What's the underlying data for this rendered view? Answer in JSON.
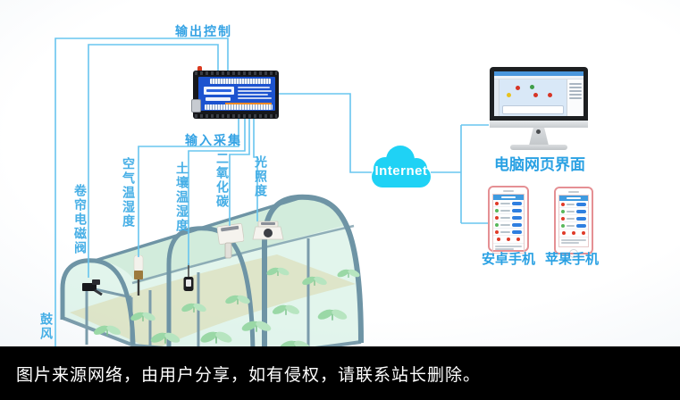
{
  "connections": {
    "output_control_label": "输出控制",
    "input_collect_label": "输入采集",
    "internet_label": "Internet"
  },
  "sensors": [
    {
      "id": "curtain-valve",
      "label": "卷帘电磁阀"
    },
    {
      "id": "air-temp-humidity",
      "label": "空气温湿度"
    },
    {
      "id": "soil-temp-humidity",
      "label": "土壤温湿度"
    },
    {
      "id": "co2",
      "label": "二氧化碳"
    },
    {
      "id": "light-intensity",
      "label": "光照度"
    },
    {
      "id": "blower",
      "label": "鼓风"
    }
  ],
  "clients": [
    {
      "id": "pc-web",
      "label": "电脑网页界面"
    },
    {
      "id": "android-phone",
      "label": "安卓手机"
    },
    {
      "id": "apple-phone",
      "label": "苹果手机"
    }
  ],
  "footer": {
    "text": "图片来源网络，由用户分享，如有侵权，请联系站长删除。"
  },
  "colors": {
    "label_blue": "#35a3e4",
    "wire_blue": "#68c5ef",
    "cloud_cyan": "#1fd2f5",
    "device_panel_blue": "#1c53cf",
    "greenhouse_frame": "#6e94a5",
    "leaf_green": "#9ad8a6",
    "phone_border": "#e59094",
    "footer_bg": "#000000",
    "footer_text": "#ffffff"
  }
}
